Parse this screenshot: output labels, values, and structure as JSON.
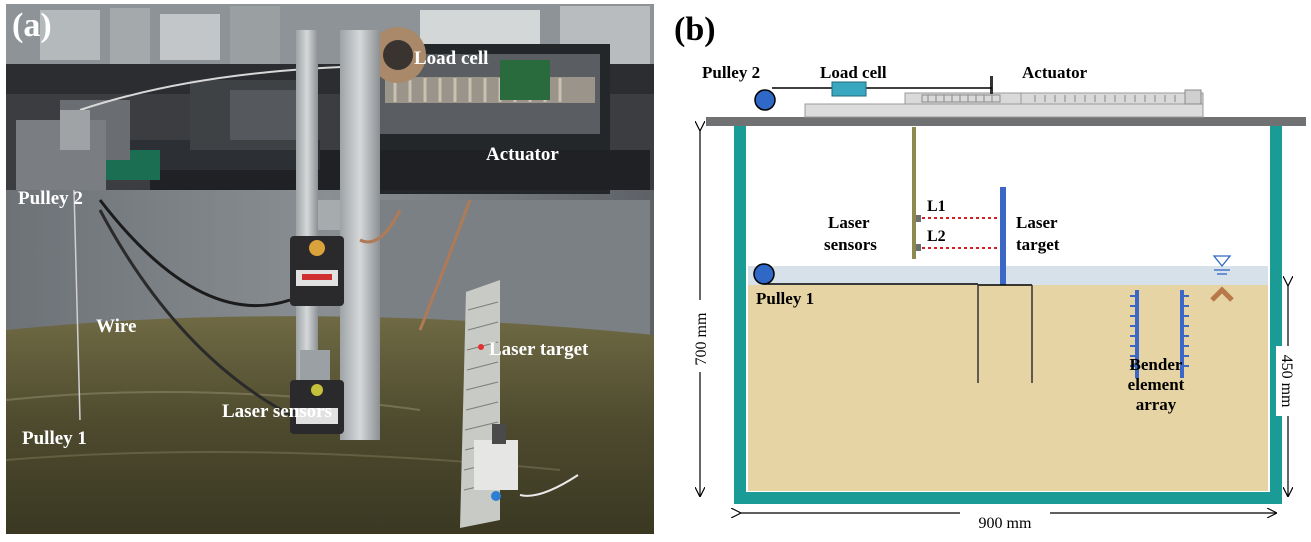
{
  "panel_a": {
    "tag": "(a)",
    "labels": {
      "load_cell": "Load cell",
      "actuator": "Actuator",
      "pulley_2": "Pulley 2",
      "wire": "Wire",
      "laser_target": "Laser target",
      "laser_sensors": "Laser sensors",
      "pulley_1": "Pulley 1"
    }
  },
  "panel_b": {
    "tag": "(b)",
    "labels": {
      "pulley_2": "Pulley 2",
      "load_cell": "Load cell",
      "actuator": "Actuator",
      "laser_sensors_1": "Laser",
      "laser_sensors_2": "sensors",
      "l1": "L1",
      "l2": "L2",
      "laser_target_1": "Laser",
      "laser_target_2": "target",
      "pulley_1": "Pulley 1",
      "bender_1": "Bender",
      "bender_2": "element",
      "bender_3": "array",
      "dim_height": "700 mm",
      "dim_soil": "450 mm",
      "dim_width": "900 mm"
    },
    "colors": {
      "tank_wall": "#1a9b95",
      "soil": "#e6d4a4",
      "water": "#d6e1ea",
      "pulley": "#2f68c6",
      "laser_target": "#3b67c6",
      "bender": "#3b67c6",
      "sensor_rod": "#8e8a4f",
      "load_cell": "#3aa7c0",
      "laser_beam": "#d22020",
      "cone": "#b8784a"
    }
  }
}
